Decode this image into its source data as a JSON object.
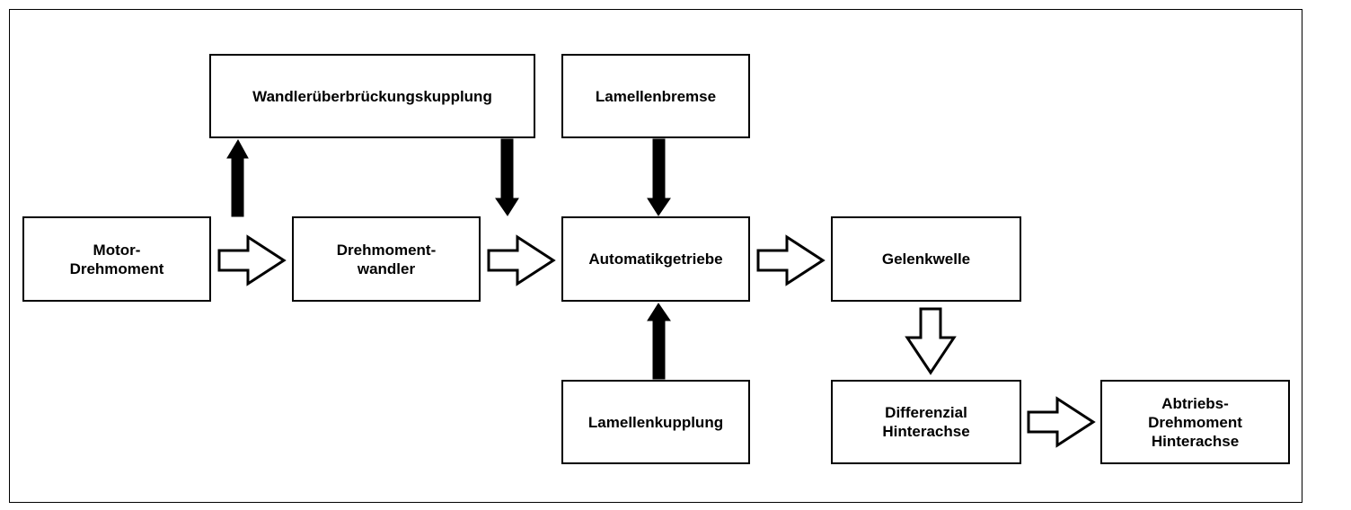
{
  "diagram": {
    "blocks": {
      "motor": "Motor-\nDrehmoment",
      "wandler": "Drehmoment-\nwandler",
      "wuk": "Wandlerüberbrückungskupplung",
      "bremse": "Lamellenbremse",
      "getriebe": "Automatikgetriebe",
      "kupplung": "Lamellenkupplung",
      "gelenkwelle": "Gelenkwelle",
      "differenzial": "Differenzial\nHinterachse",
      "abtrieb": "Abtriebs-\nDrehmoment\nHinterachse"
    },
    "colors": {
      "line": "#000000",
      "background": "#ffffff"
    }
  }
}
